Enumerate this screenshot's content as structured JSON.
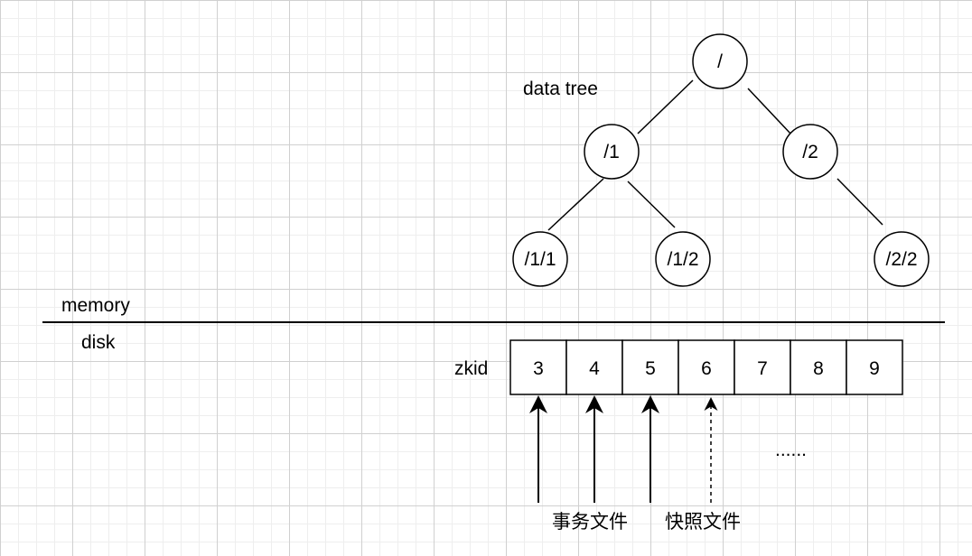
{
  "labels": {
    "data_tree": "data tree",
    "memory": "memory",
    "disk": "disk",
    "zkid": "zkid",
    "ellipsis": "......",
    "transaction_files": "事务文件",
    "snapshot_files": "快照文件"
  },
  "tree": {
    "root": "/",
    "n1": "/1",
    "n2": "/2",
    "n11": "/1/1",
    "n12": "/1/2",
    "n22": "/2/2"
  },
  "zkid_cells": [
    "3",
    "4",
    "5",
    "6",
    "7",
    "8",
    "9"
  ]
}
